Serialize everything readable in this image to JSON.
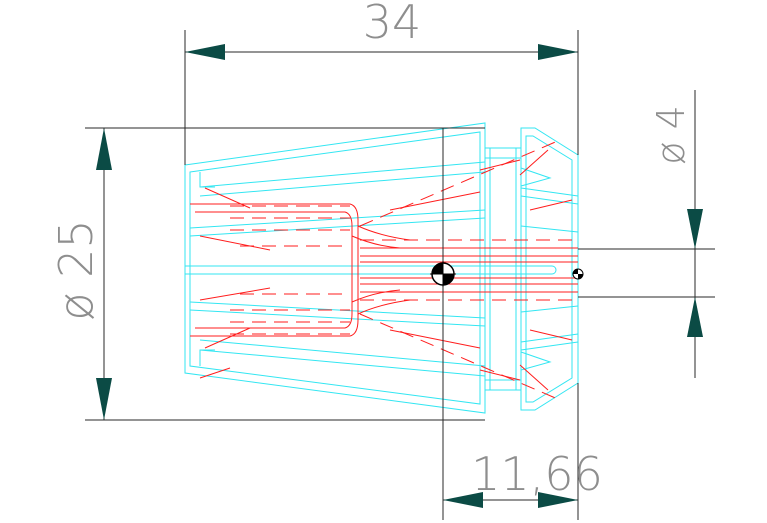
{
  "drawing": {
    "dimensions": {
      "overall_length": "34",
      "outer_diameter": "ø 25",
      "bore_diameter": "ø 4",
      "offset_length": "11,66"
    },
    "colors": {
      "background": "#ffffff",
      "outline": "#33e6f2",
      "hidden_lines": "#ff1d1d",
      "dimension_lines": "#2a2a2a",
      "arrowheads": "#0b4b45",
      "dimension_text": "#8e8e8e"
    },
    "symbols": [
      "center-of-gravity-icon",
      "center-mark-icon"
    ]
  }
}
